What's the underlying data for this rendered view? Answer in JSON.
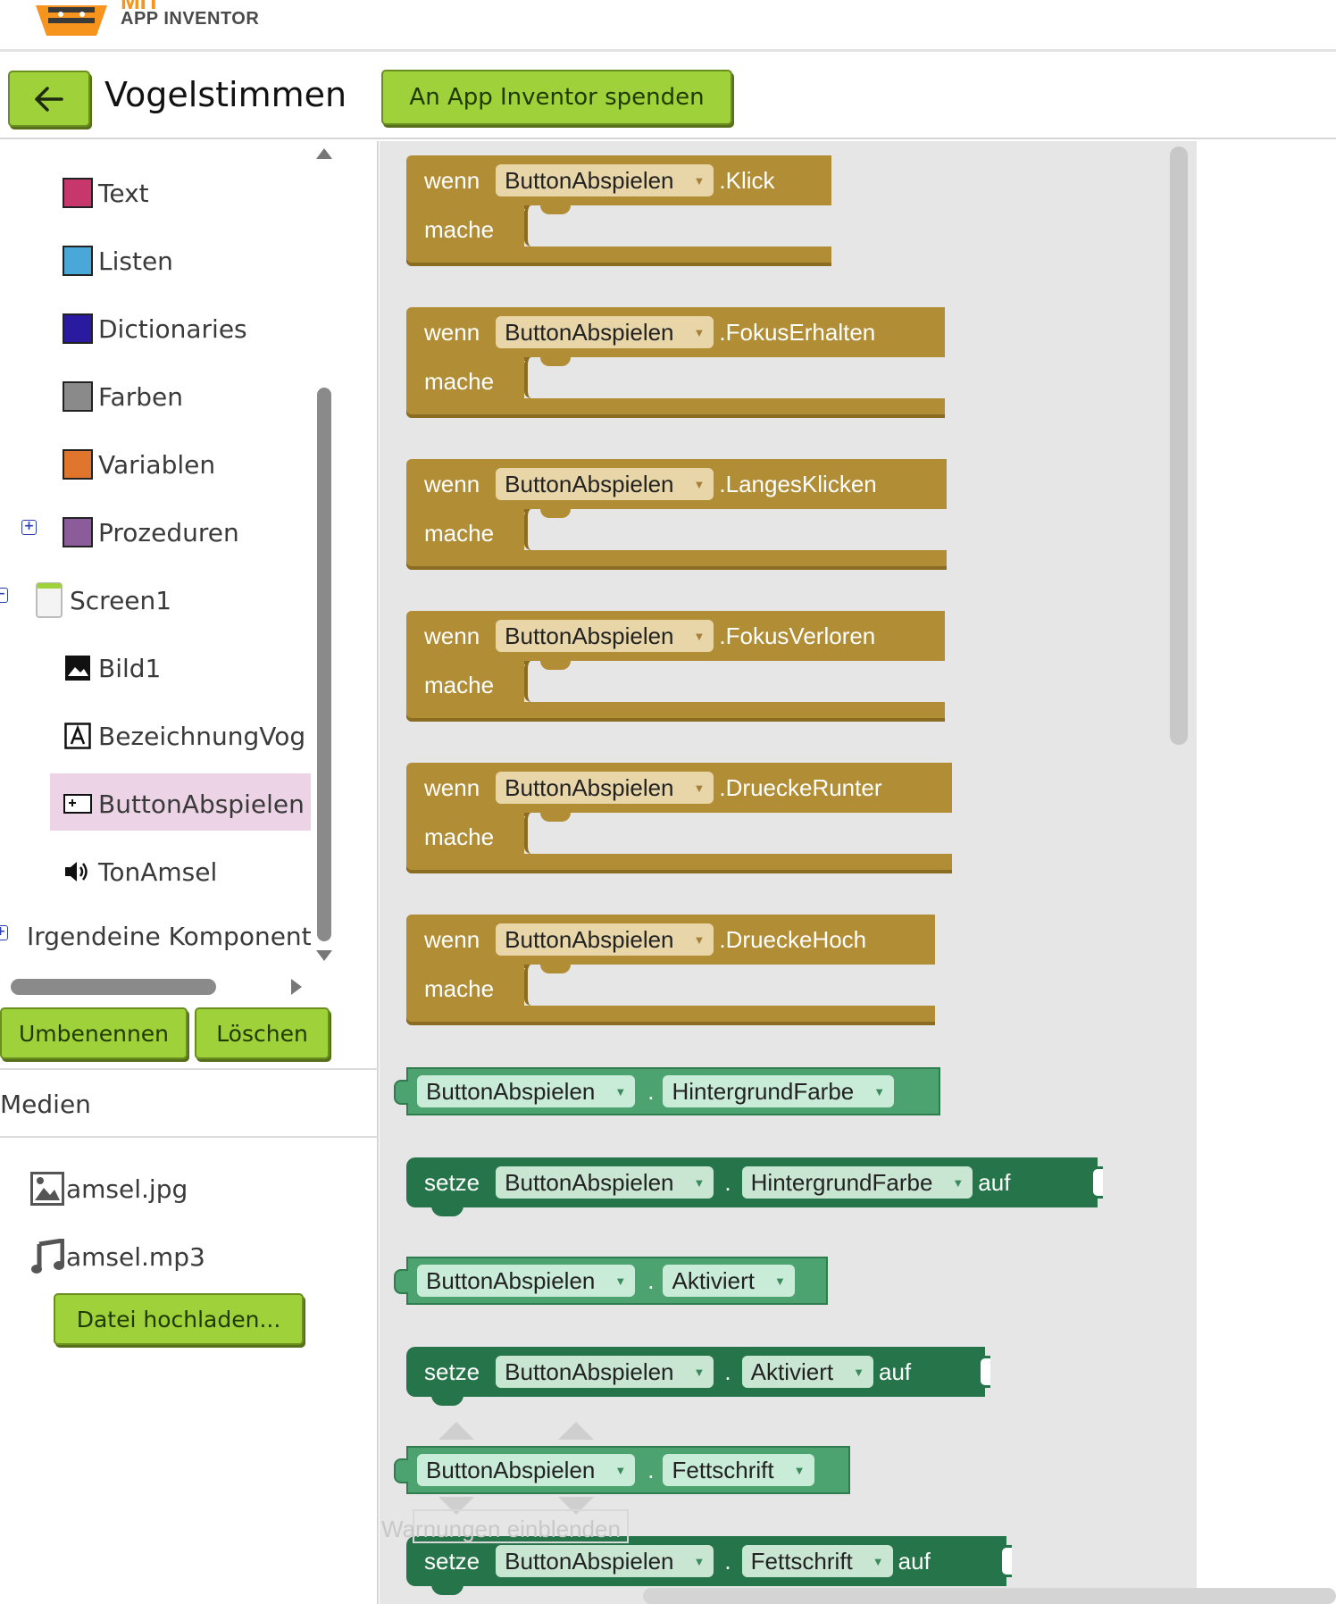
{
  "header": {
    "logo_top": "MIT",
    "logo_text": "APP INVENTOR"
  },
  "project": {
    "title": "Vogelstimmen",
    "donate_label": "An App Inventor spenden"
  },
  "tree": {
    "items": [
      {
        "label": "Text",
        "color": "#c8376b"
      },
      {
        "label": "Listen",
        "color": "#4aa8d8"
      },
      {
        "label": "Dictionaries",
        "color": "#2a1aa0"
      },
      {
        "label": "Farben",
        "color": "#8a8a8a"
      },
      {
        "label": "Variablen",
        "color": "#e0752e"
      },
      {
        "label": "Prozeduren",
        "color": "#8b5c99"
      }
    ],
    "screen": "Screen1",
    "components": [
      "Bild1",
      "BezeichnungVog",
      "ButtonAbspielen",
      "TonAmsel"
    ],
    "any_component": "Irgendeine Komponent"
  },
  "actions": {
    "rename": "Umbenennen",
    "delete": "Löschen"
  },
  "media": {
    "title": "Medien",
    "files": [
      "amsel.jpg",
      "amsel.mp3"
    ],
    "upload": "Datei hochladen..."
  },
  "blocks": {
    "wenn": "wenn",
    "mache": "mache",
    "component": "ButtonAbspielen",
    "events": [
      ".Klick",
      ".FokusErhalten",
      ".LangesKlicken",
      ".FokusVerloren",
      ".DrueckeRunter",
      ".DrueckeHoch"
    ],
    "setze": "setze",
    "auf": "auf",
    "dot": ".",
    "properties": [
      "HintergrundFarbe",
      "Aktiviert",
      "Fettschrift"
    ]
  },
  "warnings": {
    "label": "Warnungen einblenden"
  }
}
